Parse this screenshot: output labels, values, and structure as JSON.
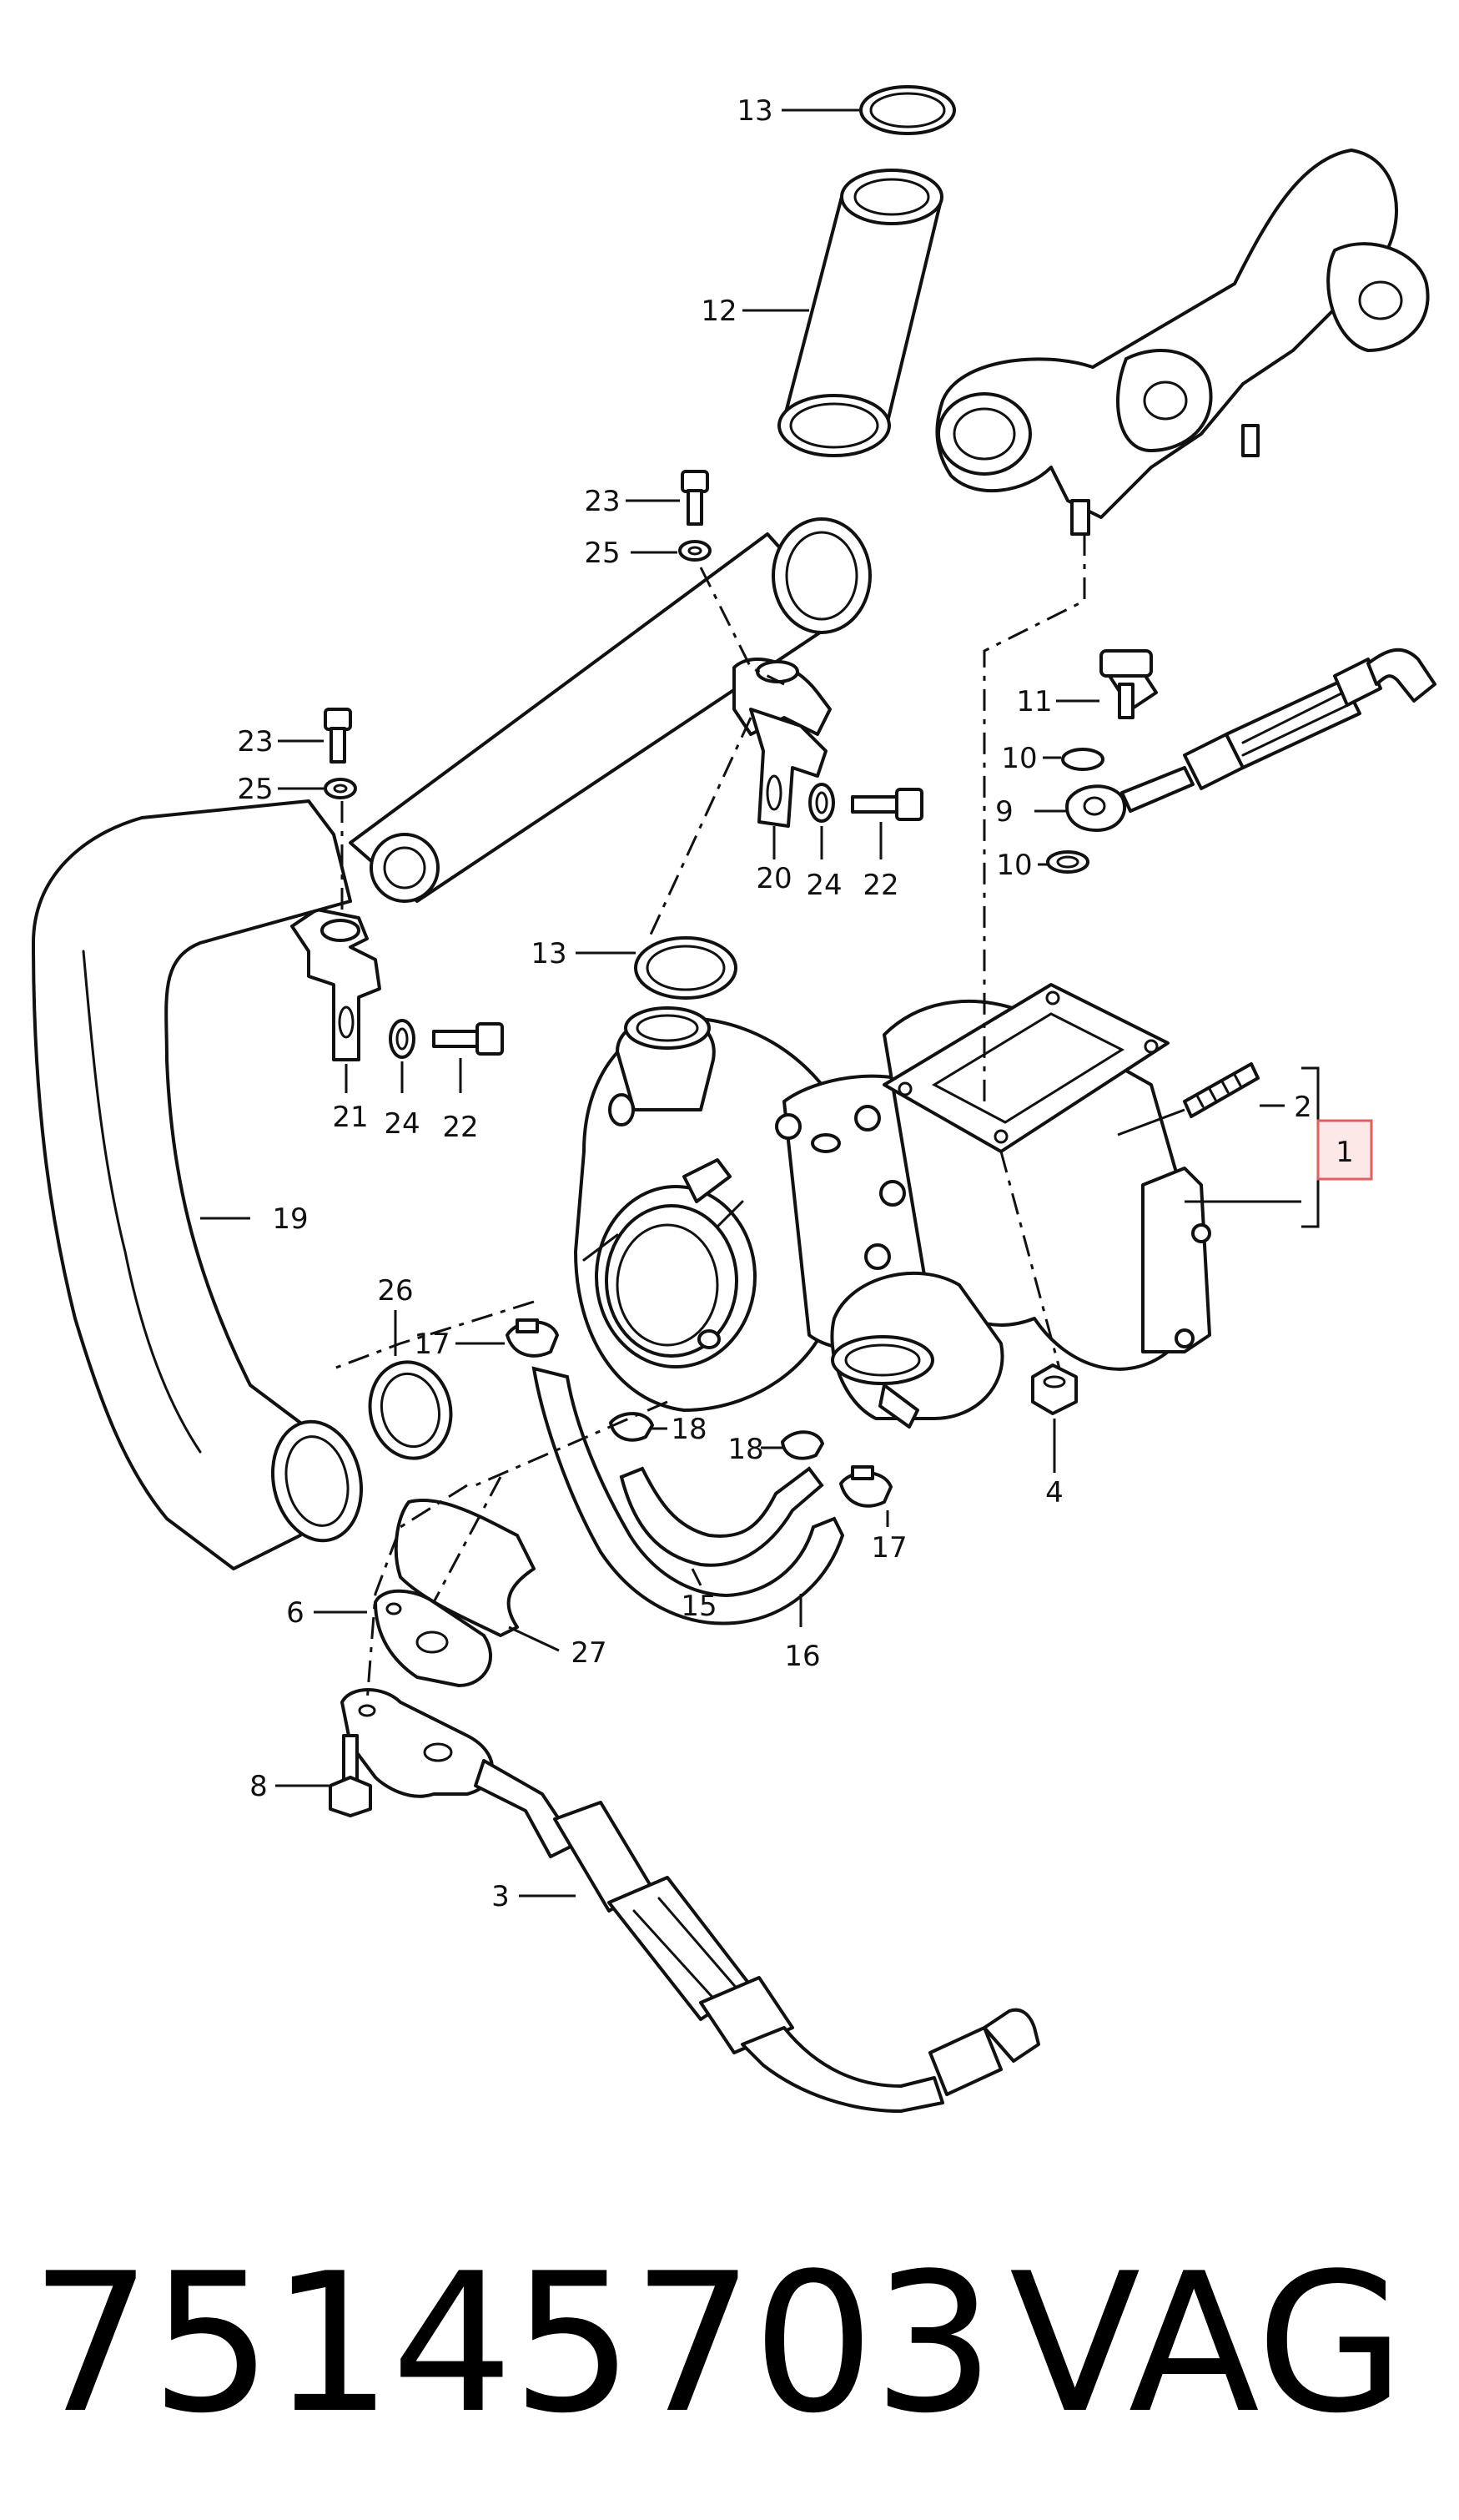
{
  "diagram": {
    "callouts": [
      {
        "id": "c13a",
        "label": "13"
      },
      {
        "id": "c12",
        "label": "12"
      },
      {
        "id": "c23a",
        "label": "23"
      },
      {
        "id": "c25a",
        "label": "25"
      },
      {
        "id": "c11",
        "label": "11"
      },
      {
        "id": "c10a",
        "label": "10"
      },
      {
        "id": "c9",
        "label": "9"
      },
      {
        "id": "c10b",
        "label": "10"
      },
      {
        "id": "c23b",
        "label": "23"
      },
      {
        "id": "c25b",
        "label": "25"
      },
      {
        "id": "c20",
        "label": "20"
      },
      {
        "id": "c24a",
        "label": "24"
      },
      {
        "id": "c22a",
        "label": "22"
      },
      {
        "id": "c13b",
        "label": "13"
      },
      {
        "id": "c21",
        "label": "21"
      },
      {
        "id": "c24b",
        "label": "24"
      },
      {
        "id": "c22b",
        "label": "22"
      },
      {
        "id": "c2",
        "label": "2"
      },
      {
        "id": "c1",
        "label": "1"
      },
      {
        "id": "c19",
        "label": "19"
      },
      {
        "id": "c26",
        "label": "26"
      },
      {
        "id": "c17a",
        "label": "17"
      },
      {
        "id": "c18a",
        "label": "18"
      },
      {
        "id": "c18b",
        "label": "18"
      },
      {
        "id": "c4",
        "label": "4"
      },
      {
        "id": "c15",
        "label": "15"
      },
      {
        "id": "c17b",
        "label": "17"
      },
      {
        "id": "c6",
        "label": "6"
      },
      {
        "id": "c27",
        "label": "27"
      },
      {
        "id": "c16",
        "label": "16"
      },
      {
        "id": "c8",
        "label": "8"
      },
      {
        "id": "c3",
        "label": "3"
      }
    ]
  },
  "footer": {
    "part_number": "75145703",
    "brand": "VAG"
  }
}
